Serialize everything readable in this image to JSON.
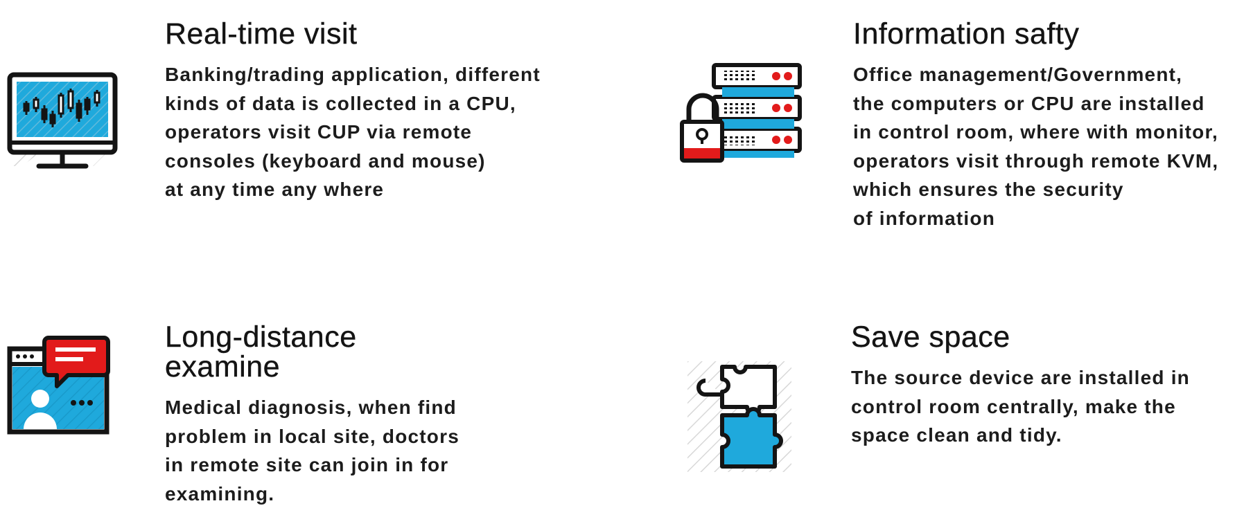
{
  "colors": {
    "accent_blue": "#1fa9dc",
    "accent_red": "#e21b1b",
    "outline": "#141414",
    "hatch": "#d8d8d8"
  },
  "features": [
    {
      "icon": "monitor-chart-icon",
      "title": "Real-time visit",
      "lines": [
        "Banking/trading application, different",
        "kinds of data is collected in a CPU,",
        "operators visit CUP via remote",
        "consoles (keyboard and mouse)",
        "at any time any where"
      ]
    },
    {
      "icon": "server-lock-icon",
      "title": "Information safty",
      "lines": [
        "Office management/Government,",
        "the computers or CPU are installed",
        "in control room, where with monitor,",
        "operators visit through remote KVM,",
        "which ensures the security",
        "of information"
      ]
    },
    {
      "icon": "video-chat-icon",
      "title": "Long-distance examine",
      "lines": [
        "Medical diagnosis, when find",
        "problem in local site, doctors",
        "in remote site can join in for",
        "examining."
      ]
    },
    {
      "icon": "puzzle-icon",
      "title": "Save space",
      "lines": [
        "The source device are installed in",
        "control room centrally, make the",
        "space clean and tidy."
      ]
    }
  ]
}
